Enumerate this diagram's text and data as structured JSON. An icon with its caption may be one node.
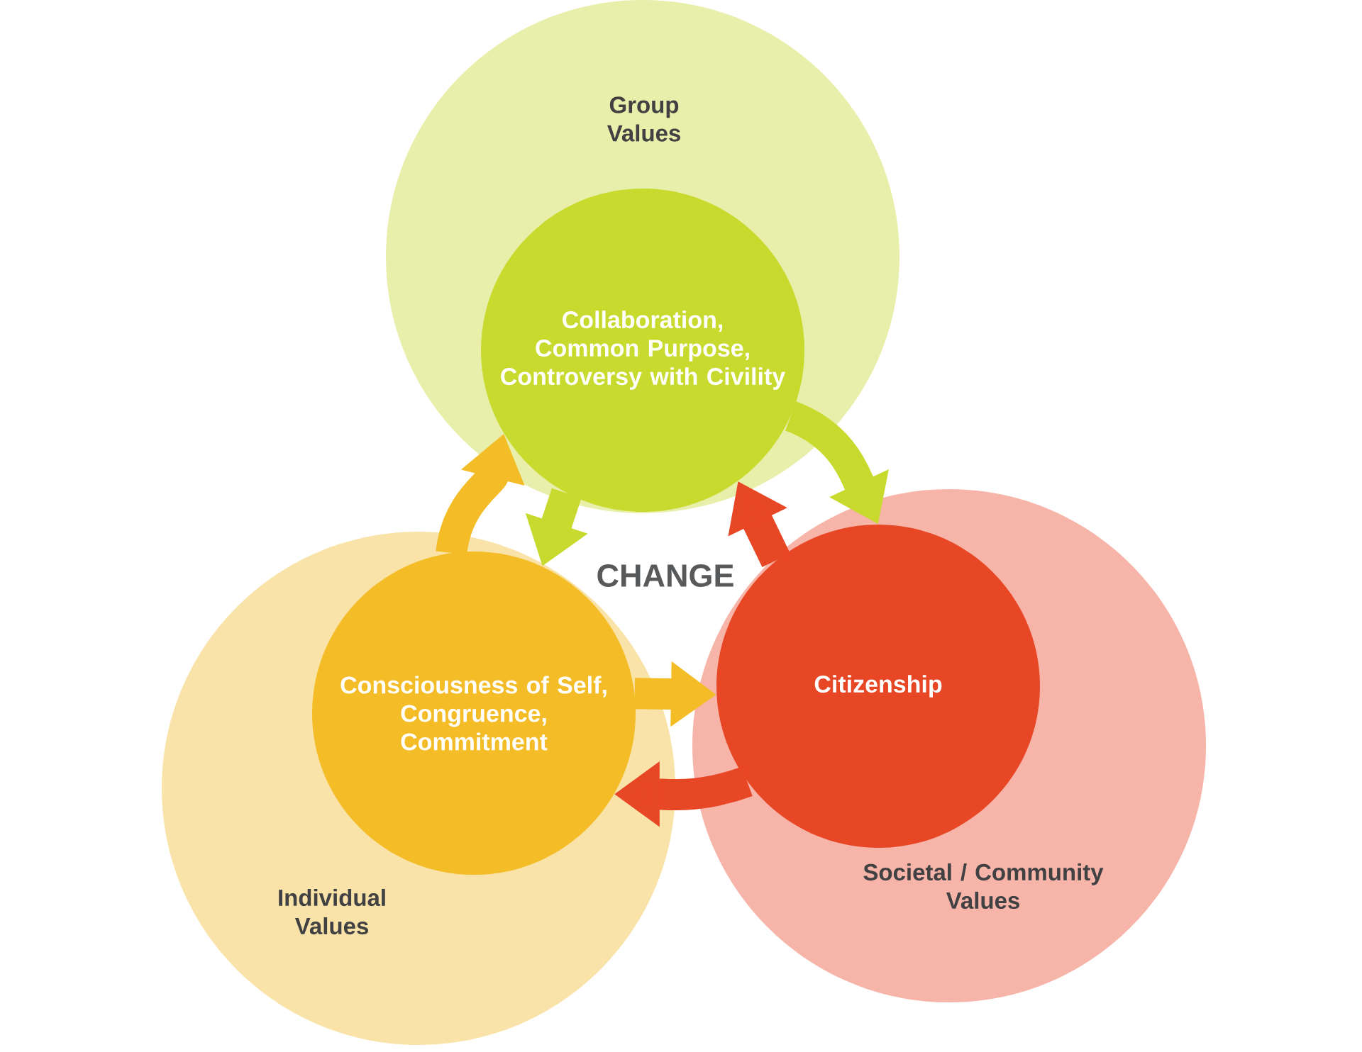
{
  "diagram": {
    "nodes": [
      {
        "text": [
          "Group Values"
        ]
      },
      {
        "text": [
          "Collaboration, Common Purpose, Controversy with Civility"
        ],
        "in": 0
      },
      {
        "text": [
          "Individual Values"
        ]
      },
      {
        "text": [
          "Consciousness of Self, Congruence, Commitment"
        ],
        "in": 2
      },
      {
        "text": [
          "Societal / Community Values"
        ]
      },
      {
        "text": [
          "Citizenship"
        ],
        "in": 4
      }
    ],
    "edges": [
      {
        "from": 3,
        "to": 1,
        "arrow": "to",
        "color": "#f4bc27"
      },
      {
        "from": 1,
        "to": 3,
        "arrow": "to",
        "color": "#c8da2e"
      },
      {
        "from": 1,
        "to": 5,
        "arrow": "to",
        "color": "#c8da2e"
      },
      {
        "from": 5,
        "to": 1,
        "arrow": "to",
        "color": "#e84726"
      },
      {
        "from": 3,
        "to": 5,
        "arrow": "to",
        "color": "#f4bc27"
      },
      {
        "from": 5,
        "to": 3,
        "arrow": "to",
        "color": "#e84726"
      }
    ],
    "labels": [
      "CHANGE"
    ]
  }
}
